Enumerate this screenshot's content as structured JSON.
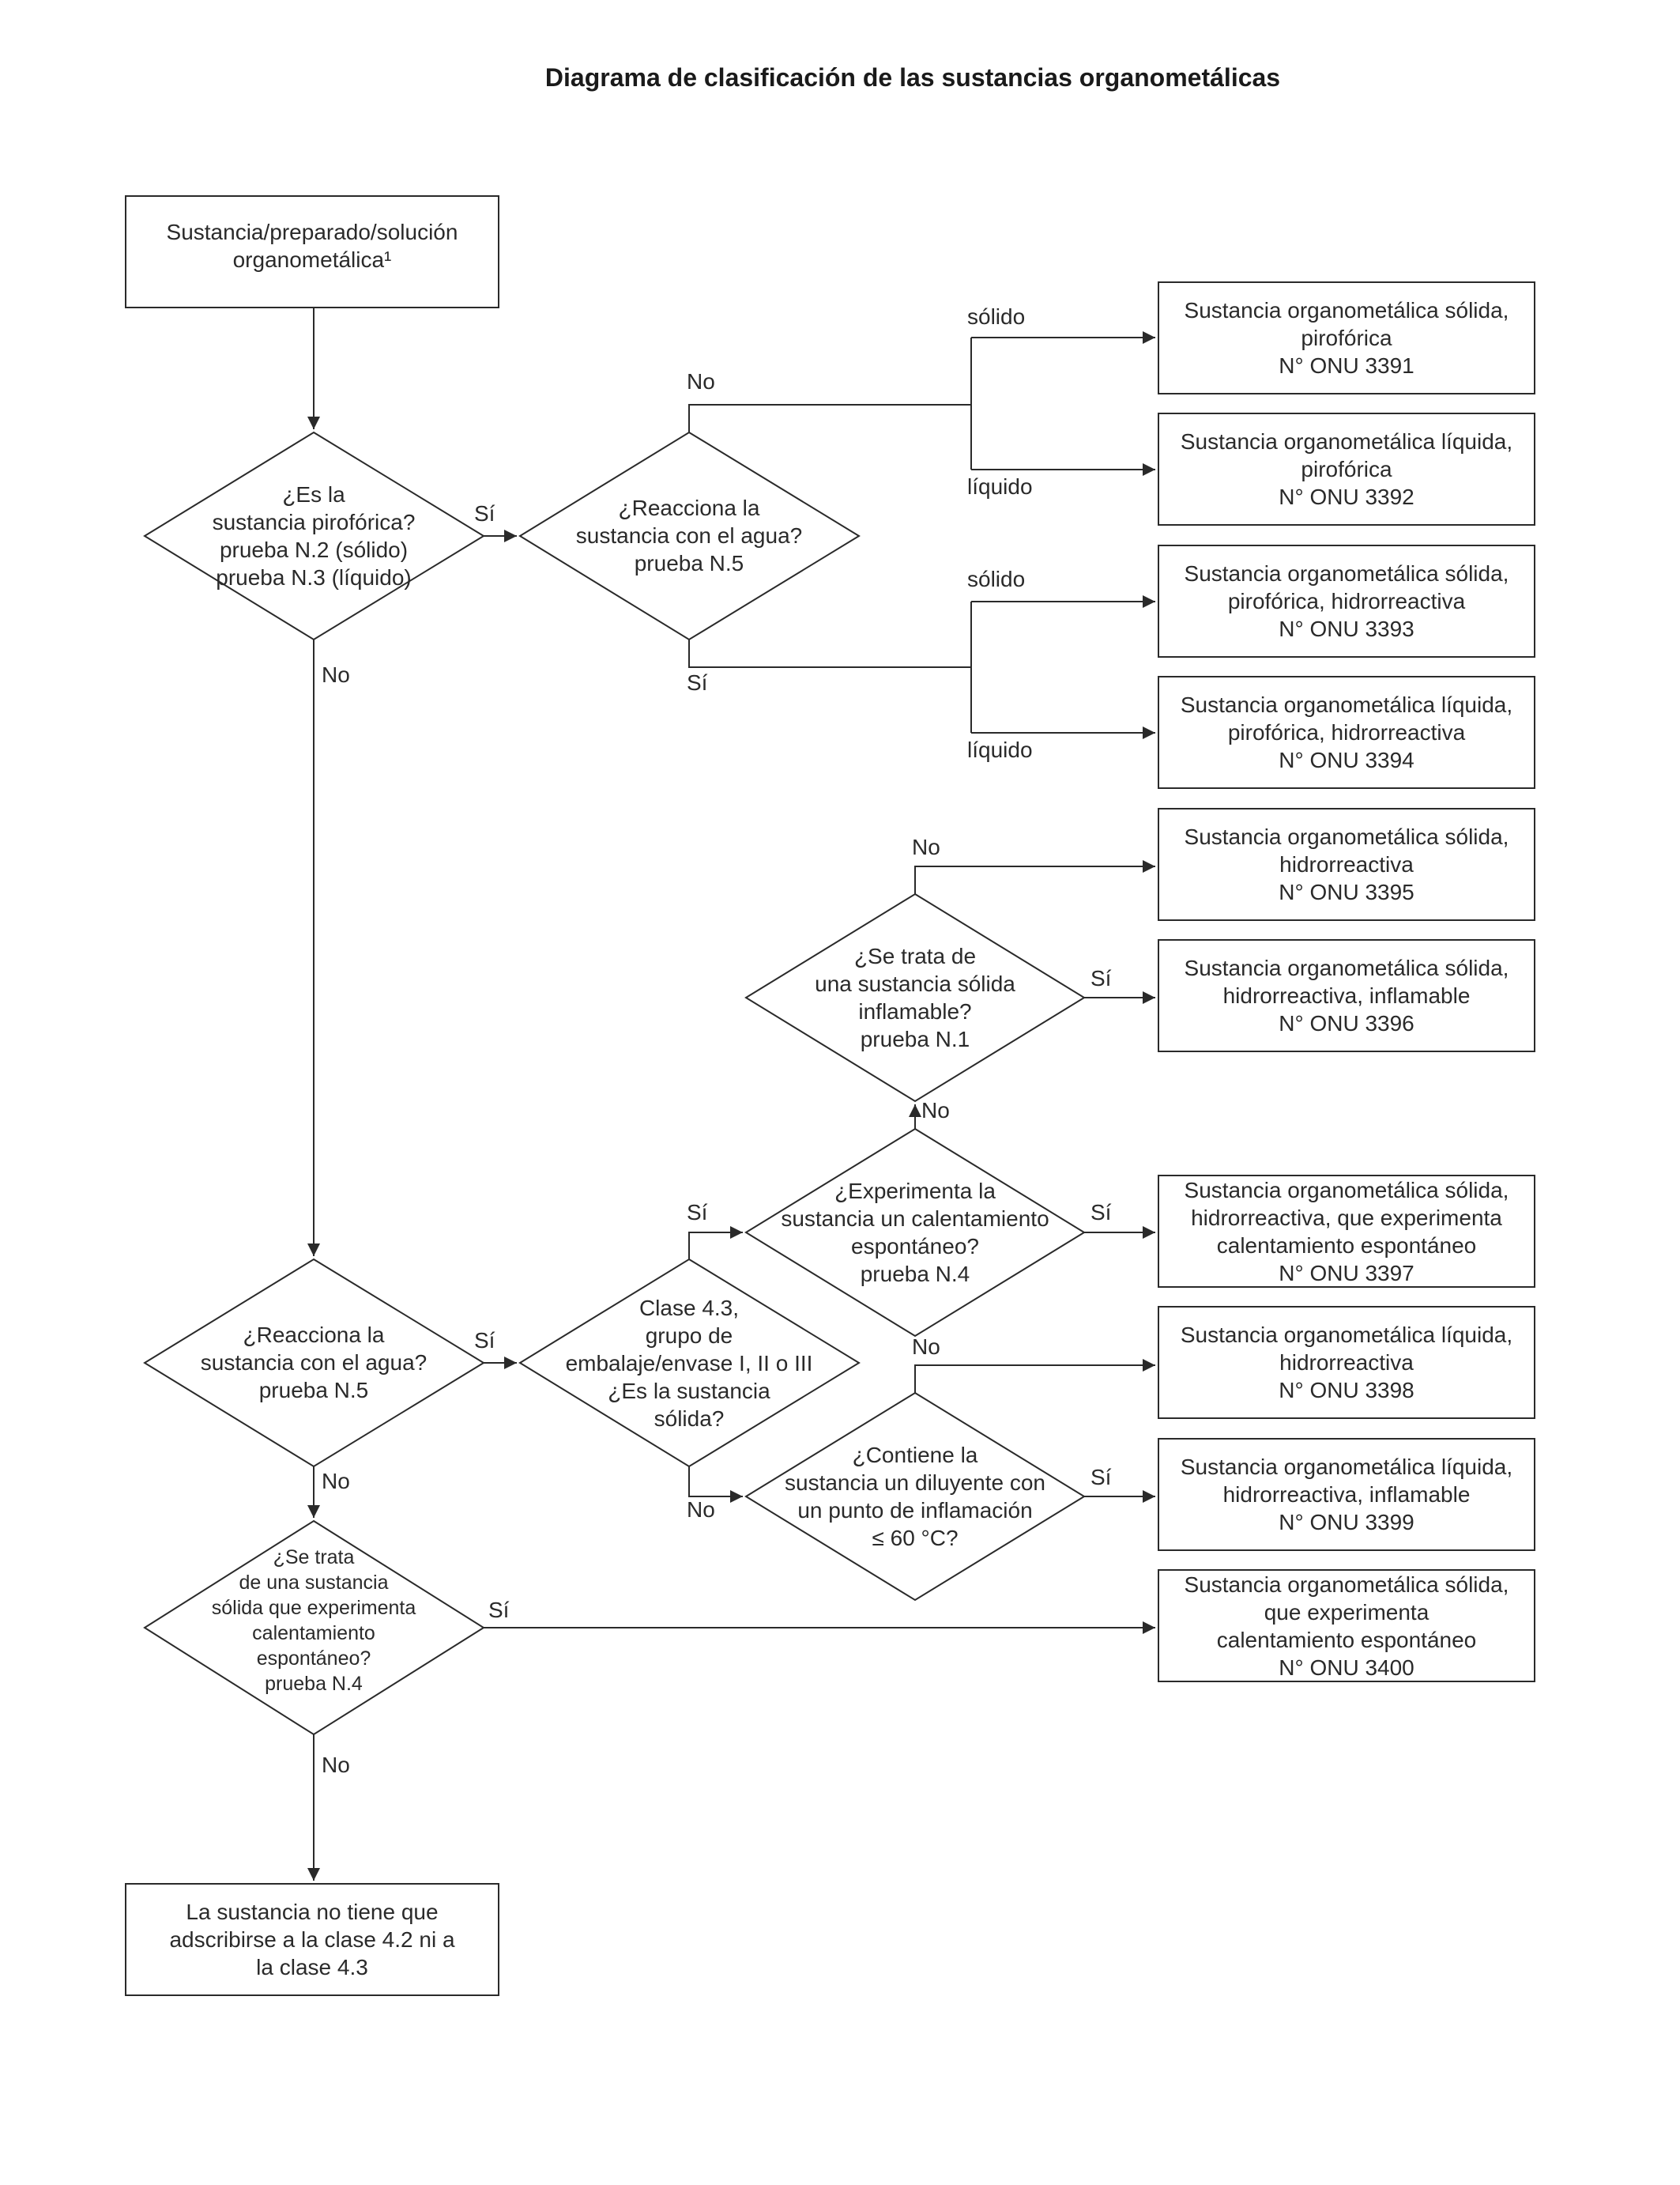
{
  "title": "Diagrama de clasificación de las sustancias organometálicas",
  "nodes": {
    "start": "Sustancia/preparado/solución\norganometálica¹",
    "q_pyro": "¿Es la\nsustancia pirofórica?\nprueba N.2 (sólido)\nprueba N.3 (líquido)",
    "q_water1": "¿Reacciona la\nsustancia con el agua?\nprueba N.5",
    "q_water2": "¿Reacciona la\nsustancia con el agua?\nprueba N.5",
    "q_class43": "Clase 4.3,\ngrupo de\nembalaje/envase I, II o III\n¿Es la sustancia\nsólida?",
    "q_solid_flam": "¿Se trata de\nuna sustancia sólida\ninflamable?\nprueba N.1",
    "q_selfheat": "¿Experimenta la\nsustancia un calentamiento\nespontáneo?\nprueba N.4",
    "q_diluent": "¿Contiene la\nsustancia un diluyente con\nun punto de inflamación\n≤ 60 °C?",
    "q_solid_selfheat": "¿Se trata\nde una sustancia\nsólida que experimenta\ncalentamiento\nespontáneo?\nprueba N.4",
    "end_none": "La sustancia no tiene que\nadscribirse a la clase 4.2 ni a\nla clase 4.3"
  },
  "results": {
    "r3391": "Sustancia organometálica sólida,\npirofórica\nN° ONU 3391",
    "r3392": "Sustancia organometálica líquida,\npirofórica\nN° ONU 3392",
    "r3393": "Sustancia organometálica sólida,\npirofórica, hidrorreactiva\nN° ONU 3393",
    "r3394": "Sustancia organometálica líquida,\npirofórica, hidrorreactiva\nN° ONU 3394",
    "r3395": "Sustancia organometálica sólida,\nhidrorreactiva\nN° ONU 3395",
    "r3396": "Sustancia organometálica sólida,\nhidrorreactiva, inflamable\nN° ONU 3396",
    "r3397": "Sustancia organometálica sólida,\nhidrorreactiva, que experimenta\ncalentamiento espontáneo\nN° ONU 3397",
    "r3398": "Sustancia organometálica líquida,\nhidrorreactiva\nN° ONU 3398",
    "r3399": "Sustancia organometálica líquida,\nhidrorreactiva, inflamable\nN° ONU 3399",
    "r3400": "Sustancia organometálica sólida,\nque experimenta\ncalentamiento espontáneo\nN° ONU 3400"
  },
  "labels": {
    "yes": "Sí",
    "no": "No",
    "solid": "sólido",
    "liquid": "líquido"
  }
}
